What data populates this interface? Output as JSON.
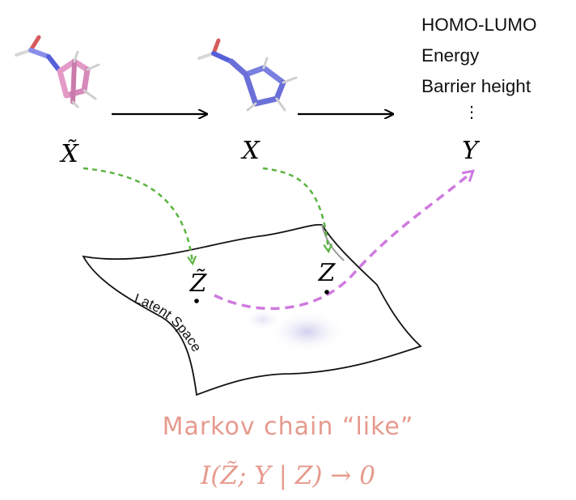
{
  "molecules": {
    "x_tilde": {
      "label": "X̃",
      "color": "#e39ac6"
    },
    "x": {
      "label": "X",
      "color": "#6b6fd8"
    }
  },
  "target": {
    "label": "Y"
  },
  "properties": {
    "items": [
      "HOMO-LUMO",
      "Energy",
      "Barrier height"
    ],
    "more": "⋮"
  },
  "latent": {
    "label": "Latent Space",
    "z_tilde": "Z̃",
    "z": "Z"
  },
  "annotation": {
    "markov": "Markov chain “like”",
    "formula": "I(Z̃; Y | Z) → 0"
  },
  "colors": {
    "encode_arrow": "#5ab43f",
    "predict_arrow": "#cf7ae0",
    "annotation": "#e69a8d"
  }
}
